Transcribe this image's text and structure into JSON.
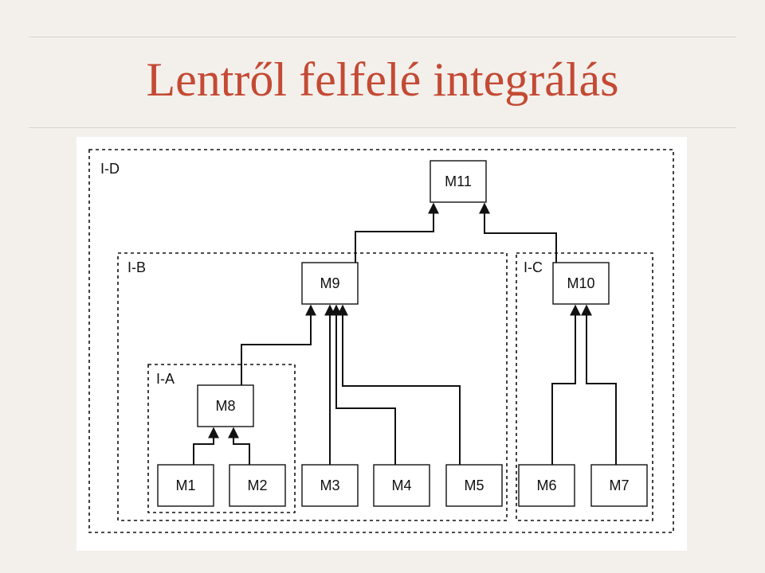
{
  "slide": {
    "title": "Lentről felfelé integrálás"
  },
  "diagram": {
    "groups": [
      {
        "id": "I-D",
        "label": "I-D"
      },
      {
        "id": "I-B",
        "label": "I-B"
      },
      {
        "id": "I-C",
        "label": "I-C"
      },
      {
        "id": "I-A",
        "label": "I-A"
      }
    ],
    "modules": [
      {
        "id": "M11",
        "label": "M11"
      },
      {
        "id": "M9",
        "label": "M9"
      },
      {
        "id": "M10",
        "label": "M10"
      },
      {
        "id": "M8",
        "label": "M8"
      },
      {
        "id": "M1",
        "label": "M1"
      },
      {
        "id": "M2",
        "label": "M2"
      },
      {
        "id": "M3",
        "label": "M3"
      },
      {
        "id": "M4",
        "label": "M4"
      },
      {
        "id": "M5",
        "label": "M5"
      },
      {
        "id": "M6",
        "label": "M6"
      },
      {
        "id": "M7",
        "label": "M7"
      }
    ],
    "edges": [
      {
        "from": "M1",
        "to": "M8"
      },
      {
        "from": "M2",
        "to": "M8"
      },
      {
        "from": "M8",
        "to": "M9"
      },
      {
        "from": "M3",
        "to": "M9"
      },
      {
        "from": "M4",
        "to": "M9"
      },
      {
        "from": "M5",
        "to": "M9"
      },
      {
        "from": "M6",
        "to": "M10"
      },
      {
        "from": "M7",
        "to": "M10"
      },
      {
        "from": "M9",
        "to": "M11"
      },
      {
        "from": "M10",
        "to": "M11"
      }
    ]
  }
}
